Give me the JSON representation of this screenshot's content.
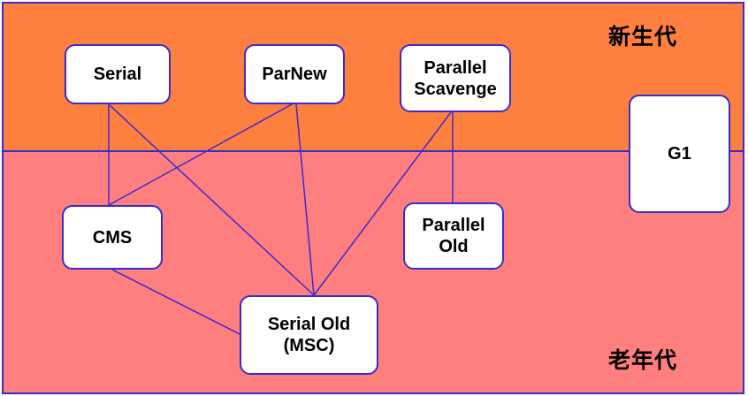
{
  "regions": {
    "young": {
      "label": "新生代",
      "color": "#ff7f3f"
    },
    "old": {
      "label": "老年代",
      "color": "#ff7f7f"
    }
  },
  "collectors": {
    "serial": "Serial",
    "parnew": "ParNew",
    "parallel_scavenge": "Parallel\nScavenge",
    "g1": "G1",
    "cms": "CMS",
    "parallel_old": "Parallel\nOld",
    "serial_old": "Serial Old\n(MSC)"
  },
  "connections": [
    [
      "serial",
      "cms"
    ],
    [
      "serial",
      "serial_old"
    ],
    [
      "parnew",
      "cms"
    ],
    [
      "parnew",
      "serial_old"
    ],
    [
      "parallel_scavenge",
      "serial_old"
    ],
    [
      "parallel_scavenge",
      "parallel_old"
    ],
    [
      "cms",
      "serial_old"
    ]
  ],
  "colors": {
    "line": "#3a2bd0",
    "box_fill": "#ffffff"
  }
}
